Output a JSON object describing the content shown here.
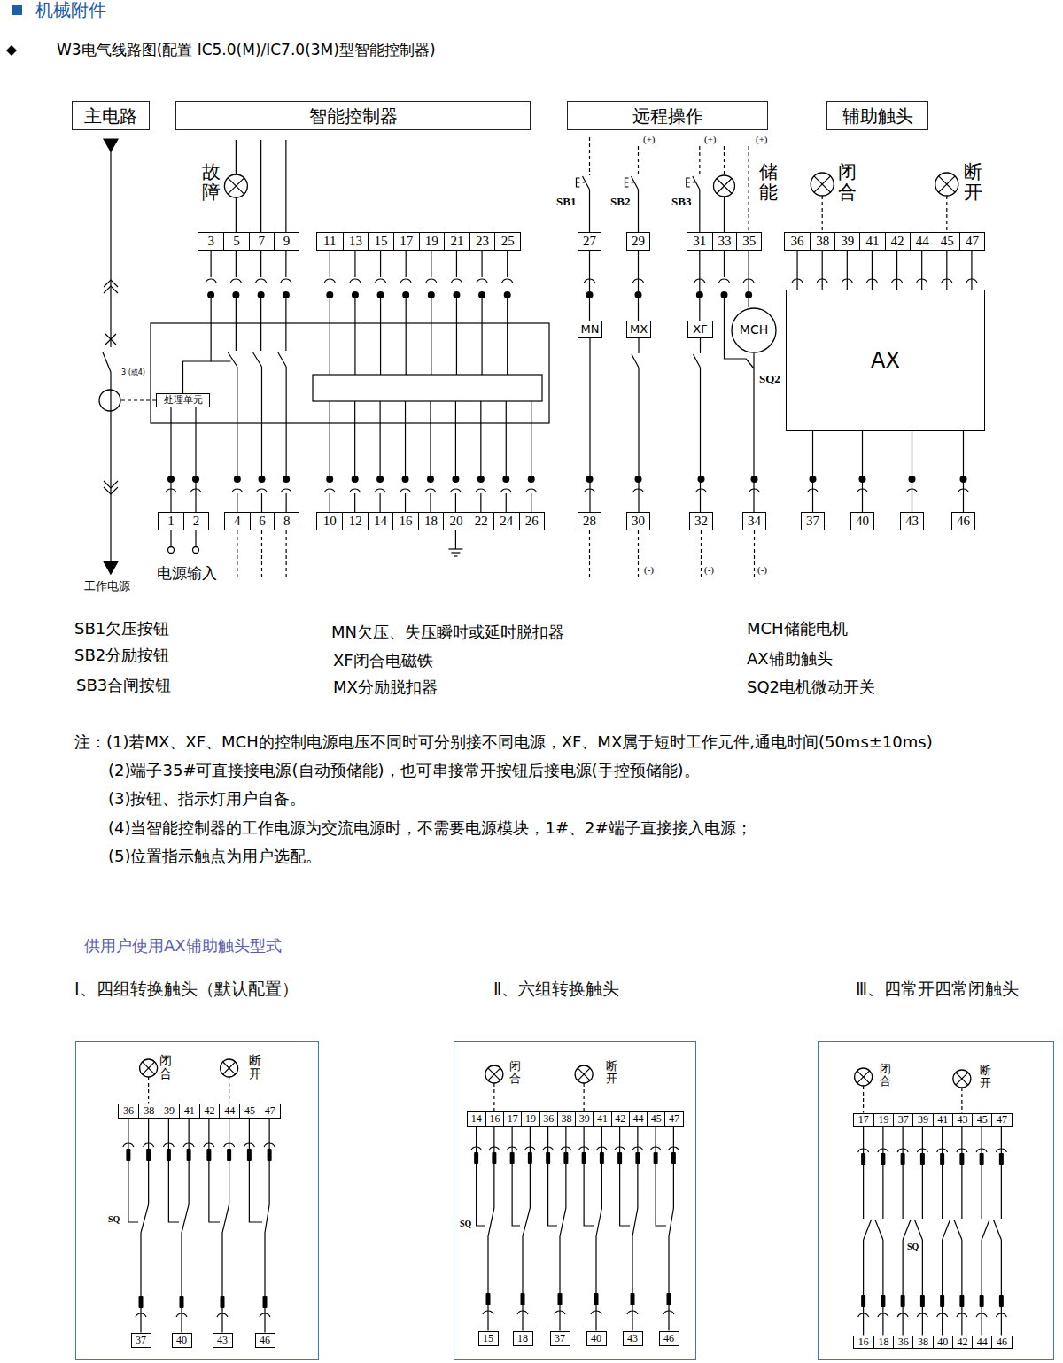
{
  "diagram": {
    "title": "机械附件",
    "nodes": [
      {
        "text": [
          "主电路"
        ]
      },
      {
        "text": [
          "智能控制器"
        ]
      },
      {
        "text": [
          "远程操作"
        ]
      },
      {
        "text": [
          "辅助触头"
        ]
      },
      {
        "text": [
          "3",
          "5",
          "7",
          "9"
        ]
      },
      {
        "text": [
          "11",
          "13",
          "15",
          "17",
          "19",
          "21",
          "23",
          "25"
        ]
      },
      {
        "text": [
          "27"
        ]
      },
      {
        "text": [
          "29"
        ]
      },
      {
        "text": [
          "31",
          "33",
          "35"
        ]
      },
      {
        "text": [
          "36",
          "38",
          "39",
          "41",
          "42",
          "44",
          "45",
          "47"
        ]
      },
      {
        "text": [
          "AX"
        ]
      },
      {
        "text": [
          "MN"
        ]
      },
      {
        "text": [
          "MX"
        ]
      },
      {
        "text": [
          "XF"
        ]
      },
      {
        "text": [
          "MCH"
        ]
      },
      {
        "text": [
          "处理单元"
        ]
      },
      {
        "text": [
          "1",
          "2"
        ]
      },
      {
        "text": [
          "4",
          "6",
          "8"
        ]
      },
      {
        "text": [
          "10",
          "12",
          "14",
          "16",
          "18",
          "20",
          "22",
          "24",
          "26"
        ]
      },
      {
        "text": [
          "28"
        ]
      },
      {
        "text": [
          "30"
        ]
      },
      {
        "text": [
          "32"
        ]
      },
      {
        "text": [
          "34"
        ]
      },
      {
        "text": [
          "37"
        ]
      },
      {
        "text": [
          "40"
        ]
      },
      {
        "text": [
          "43"
        ]
      },
      {
        "text": [
          "46"
        ]
      },
      {
        "text": [
          "Ⅰ、四组转换触头（默认配置）"
        ]
      },
      {
        "text": [
          "36",
          "38",
          "39",
          "41",
          "42",
          "44",
          "45",
          "47"
        ],
        "in": 27
      },
      {
        "text": [
          "37"
        ],
        "in": 27
      },
      {
        "text": [
          "40"
        ],
        "in": 27
      },
      {
        "text": [
          "43"
        ],
        "in": 27
      },
      {
        "text": [
          "46"
        ],
        "in": 27
      },
      {
        "text": [
          "Ⅱ、六组转换触头"
        ]
      },
      {
        "text": [
          "14",
          "16",
          "17",
          "19",
          "36",
          "38",
          "39",
          "41",
          "42",
          "44",
          "45",
          "47"
        ],
        "in": 33
      },
      {
        "text": [
          "15"
        ],
        "in": 33
      },
      {
        "text": [
          "18"
        ],
        "in": 33
      },
      {
        "text": [
          "37"
        ],
        "in": 33
      },
      {
        "text": [
          "40"
        ],
        "in": 33
      },
      {
        "text": [
          "43"
        ],
        "in": 33
      },
      {
        "text": [
          "46"
        ],
        "in": 33
      },
      {
        "text": [
          "Ⅲ、四常开四常闭触头"
        ]
      },
      {
        "text": [
          "17",
          "19",
          "37",
          "39",
          "41",
          "43",
          "45",
          "47"
        ],
        "in": 41
      },
      {
        "text": [
          "16",
          "18",
          "36",
          "38",
          "40",
          "42",
          "44",
          "46"
        ],
        "in": 41
      }
    ],
    "edges": [
      {
        "from": 6,
        "to": 11,
        "arrow": "none"
      },
      {
        "from": 11,
        "to": 19,
        "arrow": "none"
      },
      {
        "from": 7,
        "to": 12,
        "arrow": "none"
      },
      {
        "from": 12,
        "to": 20,
        "arrow": "none"
      },
      {
        "from": 8,
        "to": 13,
        "arrow": "none"
      },
      {
        "from": 13,
        "to": 21,
        "arrow": "none"
      },
      {
        "from": 8,
        "to": 14,
        "arrow": "none"
      },
      {
        "from": 14,
        "to": 22,
        "arrow": "none"
      },
      {
        "from": 9,
        "to": 10,
        "arrow": "none"
      },
      {
        "from": 9,
        "to": 10,
        "arrow": "none"
      },
      {
        "from": 9,
        "to": 10,
        "arrow": "none"
      },
      {
        "from": 9,
        "to": 10,
        "arrow": "none"
      },
      {
        "from": 9,
        "to": 10,
        "arrow": "none"
      },
      {
        "from": 9,
        "to": 10,
        "arrow": "none"
      },
      {
        "from": 9,
        "to": 10,
        "arrow": "none"
      },
      {
        "from": 9,
        "to": 10,
        "arrow": "none"
      },
      {
        "from": 10,
        "to": 23,
        "arrow": "none"
      },
      {
        "from": 10,
        "to": 24,
        "arrow": "none"
      },
      {
        "from": 10,
        "to": 25,
        "arrow": "none"
      },
      {
        "from": 10,
        "to": 26,
        "arrow": "none"
      },
      {
        "from": 15,
        "to": 16,
        "arrow": "none"
      },
      {
        "from": 15,
        "to": 16,
        "arrow": "none"
      },
      {
        "from": 28,
        "to": 29,
        "arrow": "none"
      },
      {
        "from": 28,
        "to": 30,
        "arrow": "none"
      },
      {
        "from": 28,
        "to": 31,
        "arrow": "none"
      },
      {
        "from": 28,
        "to": 32,
        "arrow": "none"
      },
      {
        "from": 34,
        "to": 35,
        "arrow": "none"
      },
      {
        "from": 34,
        "to": 36,
        "arrow": "none"
      },
      {
        "from": 34,
        "to": 37,
        "arrow": "none"
      },
      {
        "from": 34,
        "to": 38,
        "arrow": "none"
      },
      {
        "from": 34,
        "to": 39,
        "arrow": "none"
      },
      {
        "from": 34,
        "to": 40,
        "arrow": "none"
      },
      {
        "from": 42,
        "to": 43,
        "arrow": "none"
      },
      {
        "from": 42,
        "to": 43,
        "arrow": "none"
      },
      {
        "from": 42,
        "to": 43,
        "arrow": "none"
      },
      {
        "from": 42,
        "to": 43,
        "arrow": "none"
      },
      {
        "from": 42,
        "to": 43,
        "arrow": "none"
      },
      {
        "from": 42,
        "to": 43,
        "arrow": "none"
      },
      {
        "from": 42,
        "to": 43,
        "arrow": "none"
      },
      {
        "from": 42,
        "to": 43,
        "arrow": "none"
      }
    ],
    "labels": [
      "W3电气线路图(配置 IC5.0(M)/IC7.0(3M)型智能控制器)",
      "故障",
      "(+)",
      "(+)",
      "(+)",
      "储能",
      "闭合",
      "断开",
      "SB1",
      "SB2",
      "SB3",
      "3 (或4)",
      "SQ2",
      "工作电源",
      "电源输入",
      "(-)",
      "(-)",
      "(-)",
      "SB1欠压按钮",
      "MN欠压、失压瞬时或延时脱扣器",
      "MCH储能电机",
      "SB2分励按钮",
      "XF闭合电磁铁",
      "AX辅助触头",
      "SB3合闸按钮",
      "MX分励脱扣器",
      "SQ2电机微动开关",
      "注：(1)若MX、XF、MCH的控制电源电压不同时可分别接不同电源，XF、MX属于短时工作元件,通电时间(50ms±10ms)",
      "(2)端子35#可直接接电源(自动预储能)，也可串接常开按钮后接电源(手控预储能)。",
      "(3)按钮、指示灯用户自备。",
      "(4)当智能控制器的工作电源为交流电源时，不需要电源模块，1#、2#端子直接接入电源；",
      "(5)位置指示触点为用户选配。",
      "供用户使用AX辅助触头型式",
      "闭合",
      "断开",
      "SQ",
      "闭合",
      "断开",
      "SQ",
      "闭合",
      "断开",
      "SQ"
    ]
  }
}
